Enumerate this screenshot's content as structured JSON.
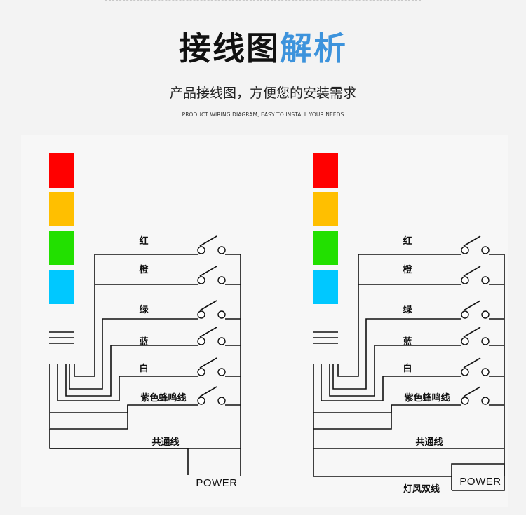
{
  "header": {
    "title_main": "接线图",
    "title_accent": "解析",
    "subtitle": "产品接线图，方便您的安装需求",
    "subtitle_en": "PRODUCT WIRING DIAGRAM, EASY TO INSTALL YOUR NEEDS"
  },
  "colors": {
    "accent": "#3d93dc",
    "lamp_red": "#ff0000",
    "lamp_orange": "#ffbf00",
    "lamp_green": "#22e000",
    "lamp_blue": "#00c8ff"
  },
  "lamps": [
    "lamp_red",
    "lamp_orange",
    "lamp_green",
    "lamp_blue"
  ],
  "wire_labels": [
    "红",
    "橙",
    "绿",
    "蓝",
    "白",
    "紫色蜂鸣线"
  ],
  "diagrams": [
    {
      "common_label": "共通线",
      "power_label": "POWER",
      "extra_label": ""
    },
    {
      "common_label": "共通线",
      "power_label": "POWER",
      "extra_label": "灯风双线"
    }
  ]
}
